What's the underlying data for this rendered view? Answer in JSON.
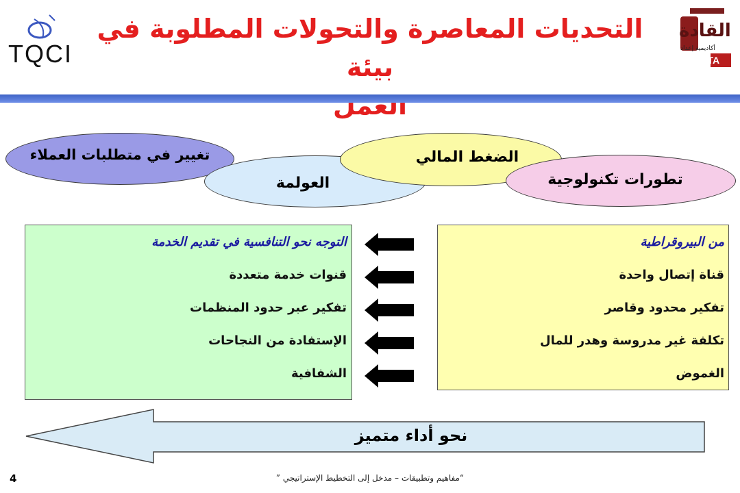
{
  "header": {
    "title_line1": "التحديات المعاصرة والتحولات المطلوبة في بيئة",
    "title_line2": "العمل",
    "left_logo_text": "TQCI",
    "right_logo_text": "القادة",
    "right_logo_sub": "أكاديمية إعداد",
    "right_logo_code": "LTA"
  },
  "ovals": [
    {
      "label": "تغيير في متطلبات العملاء",
      "color": "#9a9ae6"
    },
    {
      "label": "العولمة",
      "color": "#d7ebfb"
    },
    {
      "label": "الضغط المالي",
      "color": "#fbfaa6"
    },
    {
      "label": "تطورات تكنولوجية",
      "color": "#f6cde8"
    }
  ],
  "from_list": {
    "bg_color": "#ffffb0",
    "items": [
      "من البيروقراطية",
      "قناة إتصال واحدة",
      "تفكير محدود وقاصر",
      "تكلفة غير مدروسة وهدر للمال",
      "الغموض"
    ]
  },
  "to_list": {
    "bg_color": "#ccffcc",
    "items": [
      "التوجه نحو التنافسية في تقديم الخدمة",
      "قنوات خدمة متعددة",
      "تفكير عبر حدود المنظمات",
      "الإستفادة من النجاحات",
      "الشفافية"
    ]
  },
  "big_arrow": {
    "label": "نحو أداء متميز",
    "color": "#d9ebf6"
  },
  "footer": {
    "text": "“مفاهيم وتطبيقات – مدخل إلى التخطيط الإستراتيجي ”",
    "page_number": "4"
  }
}
